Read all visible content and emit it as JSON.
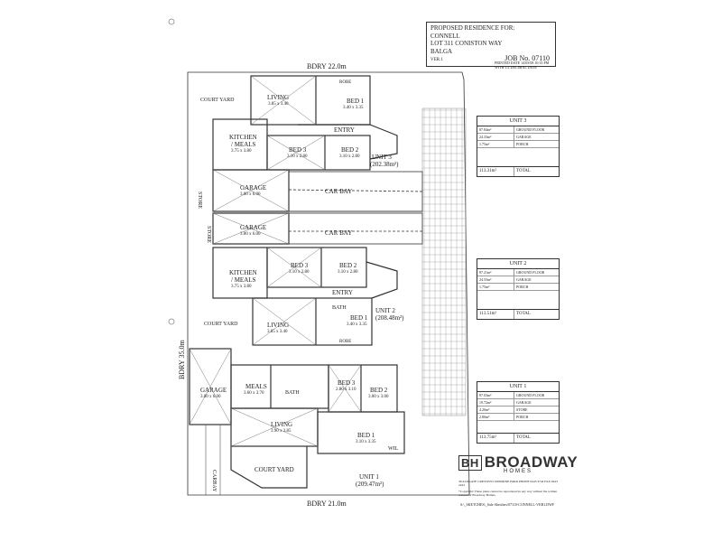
{
  "title_block": {
    "line1": "PROPOSED RESIDENCE FOR:",
    "line2": "CONNELL",
    "line3": "LOT 311 CONISTON WAY",
    "line4": "BALGA",
    "version": "VER.1",
    "job": "JOB No. 07110",
    "printed": "PRINTED DATE 14/05/08 10:35 PM WITH 1/2 DECIMAL DATE"
  },
  "boundaries": {
    "top": "BDRY 22.0m",
    "left": "BDRY 35.0m",
    "bottom": "BDRY 21.0m"
  },
  "units": [
    {
      "name": "UNIT 3",
      "area": "(202.38m²)"
    },
    {
      "name": "UNIT 2",
      "area": "(208.48m²)"
    },
    {
      "name": "UNIT 1",
      "area": "(209.47m²)"
    }
  ],
  "rooms": {
    "court_yard": "COURT YARD",
    "living": "LIVING",
    "kitchen": "KITCHEN",
    "meals": "/ MEALS",
    "meals_plain": "MEALS",
    "bed1": "BED 1",
    "bed2": "BED 2",
    "bed3": "BED 3",
    "entry": "ENTRY",
    "garage": "GARAGE",
    "store": "STORE",
    "car_bay": "CAR BAY",
    "bath": "BATH",
    "robe": "ROBE",
    "wil": "WIL",
    "carbay_vertical": "CARBAY",
    "dim_living3": "3.85 x 3.40",
    "dim_bed1_3": "3.40 x 3.35",
    "dim_bed3_3": "3.10 x 2.80",
    "dim_bed2_3": "3.10 x 2.80",
    "dim_kitchen": "3.75 x 3.80",
    "dim_garage": "3.00 x 6.00",
    "dim_living1": "3.90 x 3.85",
    "dim_meals1": "3.60 x 3.70",
    "dim_bed3_1": "2.80 x 3.10",
    "dim_bed2_1": "3.00 x 3.00",
    "dim_bed1_1": "3.10 x 3.35"
  },
  "schedules": [
    {
      "heading": "UNIT 3",
      "rows": [
        [
          "87.84m²",
          "GROUND FLOOR"
        ],
        [
          "24.33m²",
          "GARAGE"
        ],
        [
          "1.75m²",
          "PORCH"
        ]
      ],
      "total_area": "113.31m²",
      "total_label": "TOTAL"
    },
    {
      "heading": "UNIT 2",
      "rows": [
        [
          "87.21m²",
          "GROUND FLOOR"
        ],
        [
          "24.55m²",
          "GARAGE"
        ],
        [
          "1.75m²",
          "PORCH"
        ]
      ],
      "total_area": "113.51m²",
      "total_label": "TOTAL"
    },
    {
      "heading": "UNIT 1",
      "rows": [
        [
          "87.03m²",
          "GROUND FLOOR"
        ],
        [
          "19.72m²",
          "GARAGE"
        ],
        [
          "4.20m²",
          "STORE"
        ],
        [
          "2.80m²",
          "PORCH"
        ]
      ],
      "total_area": "113.75m²",
      "total_label": "TOTAL"
    }
  ],
  "brand": {
    "logo": "BROADWAY",
    "sub": "HOMES",
    "address": "38 ALDGATE CRESCENT OSBORNE PARK PHONE 9443 3744 FAX 9443 2222",
    "copyright": "*Copyright: These plans cannot be reproduced in any way without the written consent of Broadway Homes."
  },
  "file_path": "S:\\_SKETCHES\\_Sale Sketches\\07110-CONNELL-VER1.DWF"
}
